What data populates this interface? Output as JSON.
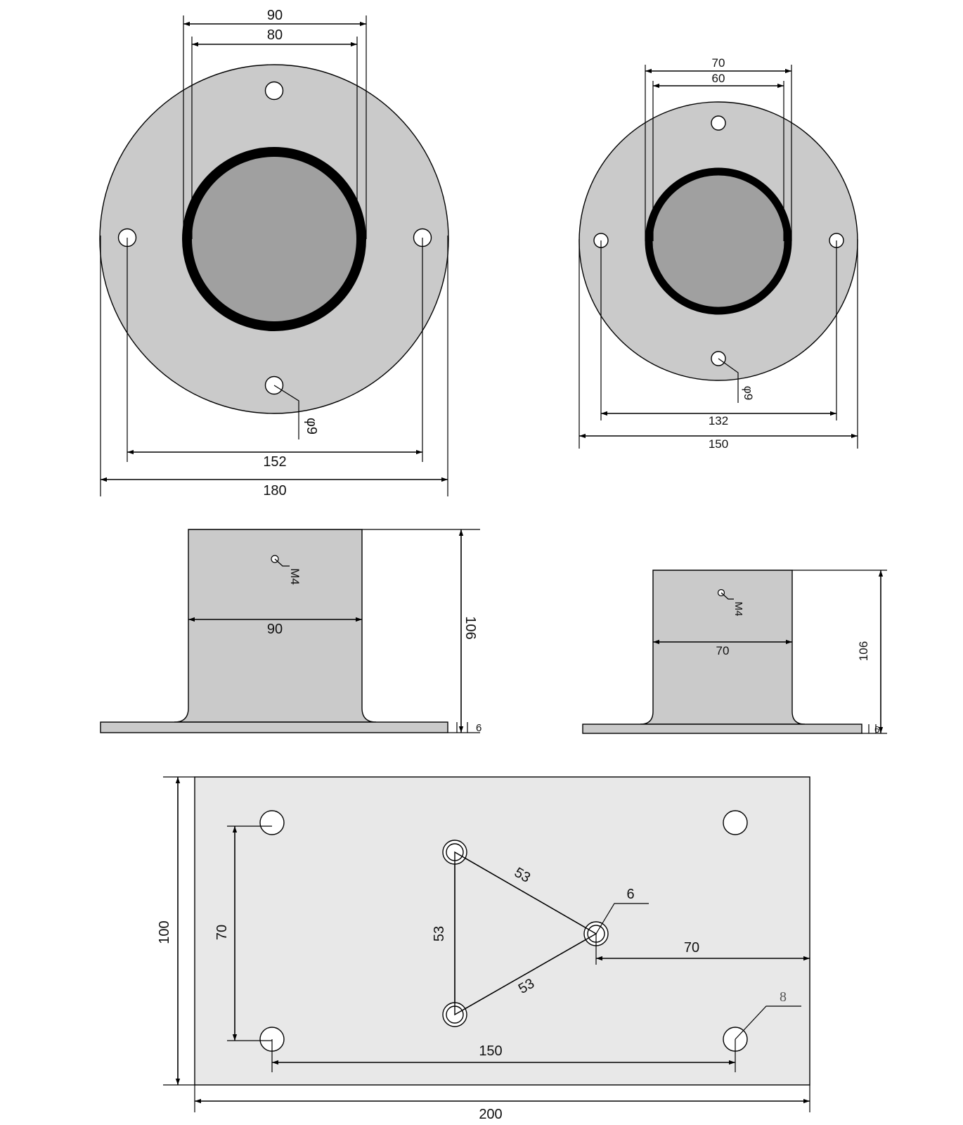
{
  "drawings": {
    "flange_large_top": {
      "width_outer": "90",
      "width_inner": "80",
      "bolt_span": "152",
      "diameter": "180",
      "hole_callout": "φ9"
    },
    "flange_small_top": {
      "width_outer": "70",
      "width_inner": "60",
      "bolt_span": "132",
      "diameter": "150",
      "hole_callout": "φ9"
    },
    "flange_large_side": {
      "tube_width": "90",
      "height": "106",
      "plate_thickness": "6",
      "thread_callout": "M4"
    },
    "flange_small_side": {
      "tube_width": "70",
      "height": "106",
      "plate_thickness": "6",
      "thread_callout": "M4"
    },
    "base_plate": {
      "width": "200",
      "height": "100",
      "hole_vertical_spacing": "70",
      "hole_horizontal_spacing": "150",
      "triangle_side_top": "53",
      "triangle_side_left": "53",
      "triangle_side_bottom": "53",
      "small_hole_callout": "6",
      "edge_offset": "70",
      "corner_hole_callout": "8"
    }
  }
}
